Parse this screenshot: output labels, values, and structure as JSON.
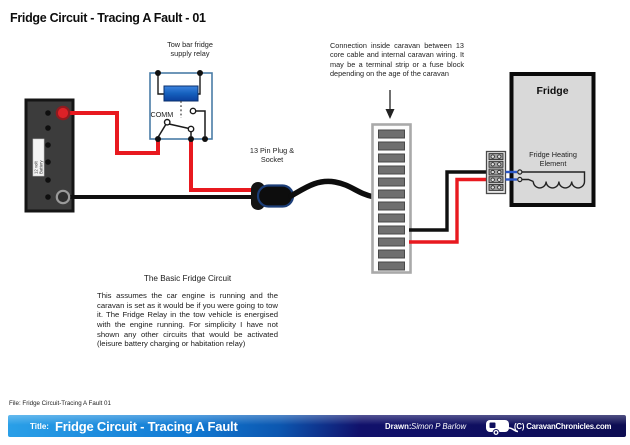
{
  "page": {
    "title": "Fridge Circuit - Tracing A Fault - 01"
  },
  "diagram": {
    "battery": {
      "label_lines": [
        "12 volt",
        "Battery"
      ]
    },
    "relay": {
      "label_lines": [
        "Tow bar fridge",
        "supply relay"
      ],
      "comm_label": "COMM"
    },
    "plug": {
      "label_lines": [
        "13 Pin Plug &",
        "Socket"
      ]
    },
    "connection_note": "Connection inside caravan between 13 core cable and internal caravan wiring. It may be a terminal strip or a fuse block depending on the age of the caravan",
    "fridge": {
      "label": "Fridge",
      "element_label_lines": [
        "Fridge Heating",
        "Element"
      ]
    },
    "description": {
      "heading": "The Basic Fridge Circuit",
      "body": "This assumes the car engine is running and the caravan is set as it would be if you were going to tow it. The Fridge Relay in the tow vehicle is energised with the engine running. For simplicity I have not shown any other circuits that would be activated (leisure battery charging or habitation relay)"
    }
  },
  "footer": {
    "file_label": "File: Fridge Circuit-Tracing A Fault 01",
    "title_label": "Title:",
    "title_value": "Fridge Circuit - Tracing A Fault",
    "drawn_label": "Drawn:",
    "drawn_value": "Simon P Barlow",
    "copyright": "(C) CaravanChronicles.com"
  },
  "colors": {
    "wire_red": "#e8191f",
    "wire_black": "#101010",
    "wire_blue": "#2b57c8",
    "relay_border": "#4a7ca6",
    "coil_blue": "#1560bd",
    "bar_blue": "#1179d2",
    "bar_navy": "#11116b"
  }
}
